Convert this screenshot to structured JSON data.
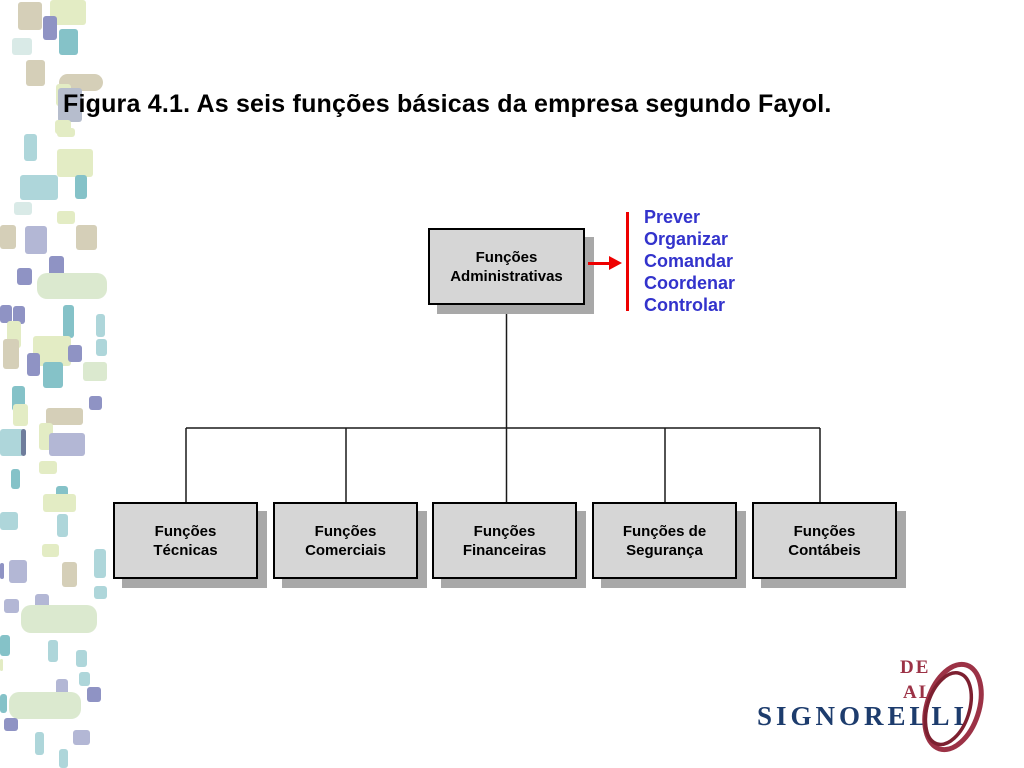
{
  "slide": {
    "title": "Figura 4.1. As seis funções básicas da empresa segundo Fayol.",
    "background": "#ffffff"
  },
  "diagram": {
    "root": {
      "lines": [
        "Funções",
        "Administrativas"
      ]
    },
    "admin_functions": {
      "items": [
        "Prever",
        "Organizar",
        "Comandar",
        "Coordenar",
        "Controlar"
      ],
      "text_color": "#3333cc",
      "arrow_color": "#ee0000"
    },
    "children": [
      {
        "lines": [
          "Funções",
          "Técnicas"
        ]
      },
      {
        "lines": [
          "Funções",
          "Comerciais"
        ]
      },
      {
        "lines": [
          "Funções",
          "Financeiras"
        ]
      },
      {
        "lines": [
          "Funções de",
          "Segurança"
        ]
      },
      {
        "lines": [
          "Funções",
          "Contábeis"
        ]
      }
    ],
    "box_fill": "#d6d6d6",
    "box_border": "#000000",
    "box_shadow": "#a8a8a8",
    "connector_color": "#1a1a1a"
  },
  "logo": {
    "name": "SIGNORELLI",
    "fragments": [
      "DE",
      "AL"
    ],
    "text_color": "#1d3c6d",
    "mark_color": "#9c3246"
  },
  "decoration": {
    "palette": {
      "tan": "#d5cfb8",
      "lg": "#e3ecc4",
      "pg": "#dbe9cf",
      "tl": "#85c2c8",
      "pt": "#aed6da",
      "pc": "#d9eae7",
      "pu": "#8f93c4",
      "lv": "#b3b7d5",
      "bg": "#b6bdcd",
      "sl": "#6f7d9c"
    },
    "tiles": [
      [
        18,
        2,
        24,
        28,
        "tan"
      ],
      [
        50,
        0,
        36,
        25,
        "lg"
      ],
      [
        43,
        16,
        14,
        24,
        "pu"
      ],
      [
        59,
        29,
        19,
        26,
        "tl"
      ],
      [
        12,
        38,
        20,
        17,
        "pc"
      ],
      [
        26,
        60,
        19,
        26,
        "tan"
      ],
      [
        59,
        74,
        44,
        17,
        "tan"
      ],
      [
        56,
        84,
        15,
        22,
        "lg"
      ],
      [
        58,
        88,
        24,
        34,
        "bg"
      ],
      [
        55,
        120,
        16,
        14,
        "lg"
      ],
      [
        24,
        134,
        13,
        27,
        "pt"
      ],
      [
        57,
        128,
        18,
        9,
        "lg"
      ],
      [
        57,
        149,
        36,
        28,
        "lg"
      ],
      [
        75,
        175,
        12,
        24,
        "tl"
      ],
      [
        20,
        175,
        38,
        25,
        "pt"
      ],
      [
        14,
        202,
        18,
        13,
        "pc"
      ],
      [
        57,
        211,
        18,
        13,
        "lg"
      ],
      [
        0,
        225,
        16,
        24,
        "tan"
      ],
      [
        25,
        226,
        22,
        28,
        "lv"
      ],
      [
        76,
        225,
        21,
        25,
        "tan"
      ],
      [
        49,
        256,
        15,
        20,
        "pu"
      ],
      [
        17,
        268,
        15,
        17,
        "pu"
      ],
      [
        37,
        273,
        70,
        26,
        "pg"
      ],
      [
        0,
        305,
        12,
        18,
        "pu"
      ],
      [
        13,
        306,
        12,
        18,
        "pu"
      ],
      [
        7,
        321,
        14,
        27,
        "lg"
      ],
      [
        3,
        339,
        16,
        30,
        "tan"
      ],
      [
        63,
        305,
        11,
        33,
        "tl"
      ],
      [
        96,
        314,
        9,
        23,
        "pt"
      ],
      [
        96,
        339,
        11,
        17,
        "pt"
      ],
      [
        33,
        336,
        38,
        30,
        "lg"
      ],
      [
        27,
        353,
        13,
        23,
        "pu"
      ],
      [
        68,
        345,
        14,
        17,
        "pu"
      ],
      [
        43,
        362,
        20,
        26,
        "tl"
      ],
      [
        83,
        362,
        24,
        19,
        "pg"
      ],
      [
        89,
        396,
        13,
        14,
        "pu"
      ],
      [
        12,
        386,
        13,
        25,
        "tl"
      ],
      [
        46,
        408,
        37,
        17,
        "tan"
      ],
      [
        13,
        404,
        15,
        22,
        "lg"
      ],
      [
        0,
        429,
        24,
        27,
        "pt"
      ],
      [
        39,
        423,
        14,
        27,
        "lg"
      ],
      [
        49,
        433,
        36,
        23,
        "lv"
      ],
      [
        21,
        429,
        5,
        27,
        "sl"
      ],
      [
        39,
        461,
        18,
        13,
        "lg"
      ],
      [
        11,
        469,
        9,
        20,
        "tl"
      ],
      [
        56,
        486,
        12,
        17,
        "tl"
      ],
      [
        43,
        494,
        33,
        18,
        "lg"
      ],
      [
        0,
        512,
        18,
        18,
        "pt"
      ],
      [
        57,
        514,
        11,
        23,
        "pt"
      ],
      [
        42,
        544,
        17,
        13,
        "lg"
      ],
      [
        94,
        549,
        12,
        29,
        "pt"
      ],
      [
        9,
        560,
        18,
        23,
        "lv"
      ],
      [
        62,
        562,
        15,
        25,
        "tan"
      ],
      [
        0,
        563,
        4,
        16,
        "pu"
      ],
      [
        94,
        586,
        13,
        13,
        "pt"
      ],
      [
        35,
        594,
        14,
        18,
        "lv"
      ],
      [
        4,
        599,
        15,
        14,
        "lv"
      ],
      [
        21,
        605,
        76,
        28,
        "pg"
      ],
      [
        0,
        635,
        10,
        21,
        "tl"
      ],
      [
        48,
        640,
        10,
        22,
        "pt"
      ],
      [
        76,
        650,
        11,
        17,
        "pt"
      ],
      [
        0,
        659,
        3,
        12,
        "lg"
      ],
      [
        79,
        672,
        11,
        14,
        "pt"
      ],
      [
        56,
        679,
        12,
        20,
        "lv"
      ],
      [
        87,
        687,
        14,
        15,
        "pu"
      ],
      [
        9,
        692,
        72,
        27,
        "pg"
      ],
      [
        0,
        694,
        7,
        19,
        "tl"
      ],
      [
        4,
        718,
        14,
        13,
        "pu"
      ],
      [
        35,
        732,
        9,
        23,
        "pt"
      ],
      [
        73,
        730,
        17,
        15,
        "lv"
      ],
      [
        59,
        749,
        9,
        19,
        "pt"
      ]
    ]
  }
}
